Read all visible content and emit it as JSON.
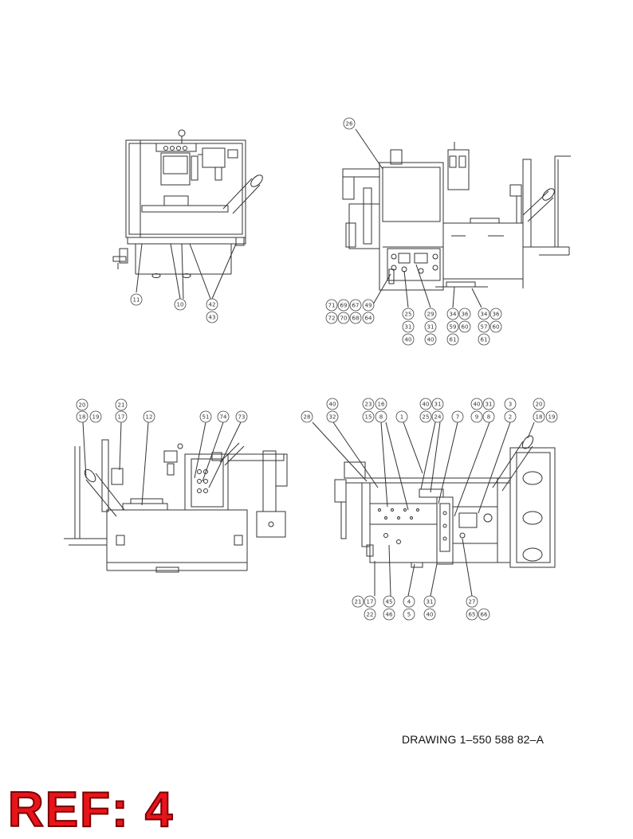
{
  "drawing_number": "DRAWING 1–550 588 82–A",
  "ref_label": "REF: 4",
  "colors": {
    "line": "#333333",
    "stamp": "#e8141b"
  },
  "views": {
    "top_left": {
      "balloons": [
        "11",
        "10",
        "42",
        "43"
      ]
    },
    "top_right": {
      "balloons": [
        "26",
        "71",
        "69",
        "67",
        "49",
        "72",
        "70",
        "68",
        "64",
        "25",
        "31",
        "40",
        "29",
        "31",
        "40",
        "34",
        "36",
        "59",
        "60",
        "61",
        "34",
        "36",
        "57",
        "60",
        "61"
      ]
    },
    "bottom_left": {
      "balloons": [
        "20",
        "21",
        "18",
        "19",
        "17",
        "12",
        "51",
        "74",
        "73"
      ]
    },
    "bottom_right": {
      "balloons": [
        "40",
        "23",
        "16",
        "40",
        "31",
        "40",
        "31",
        "3",
        "20",
        "28",
        "32",
        "15",
        "8",
        "1",
        "25",
        "24",
        "7",
        "9",
        "8",
        "2",
        "18",
        "19",
        "21",
        "17",
        "45",
        "4",
        "31",
        "27",
        "22",
        "46",
        "5",
        "40",
        "65",
        "66"
      ]
    }
  }
}
